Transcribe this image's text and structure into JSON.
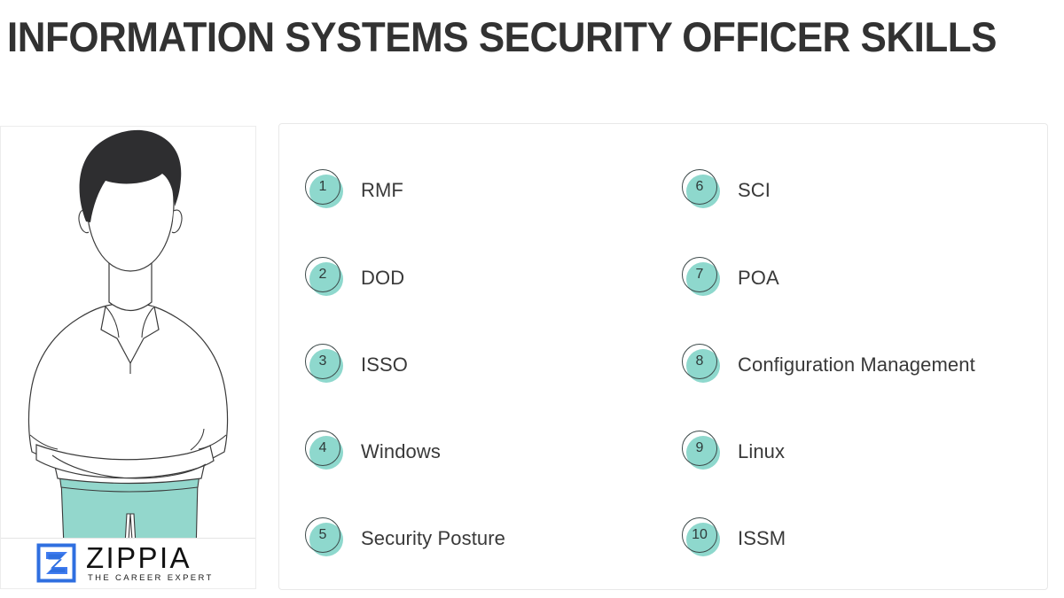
{
  "page": {
    "title": "INFORMATION SYSTEMS SECURITY OFFICER SKILLS",
    "background_color": "#ffffff"
  },
  "colors": {
    "title_text": "#323232",
    "badge_fill": "#8ed8cd",
    "badge_ring": "#3d4a4a",
    "badge_number_text": "#2f3a3a",
    "skill_text": "#393939",
    "card_border": "#e8e8e8",
    "logo_blue": "#2f6fe0",
    "illustration_line": "#3a3a3a",
    "illustration_hair": "#2e2e30",
    "illustration_pants": "#93d7cc"
  },
  "illustration": {
    "name": "person-line-art-illustration",
    "description": "Line-art man with dark hair, arms crossed, polo shirt and teal trousers"
  },
  "logo": {
    "mark_name": "zippia-z-mark",
    "wordmark": "ZIPPIA",
    "tagline": "THE CAREER EXPERT"
  },
  "skills_card": {
    "columns": [
      {
        "name": "left-column",
        "items": [
          {
            "number": "1",
            "label": "RMF"
          },
          {
            "number": "2",
            "label": "DOD"
          },
          {
            "number": "3",
            "label": "ISSO"
          },
          {
            "number": "4",
            "label": "Windows"
          },
          {
            "number": "5",
            "label": "Security Posture"
          }
        ]
      },
      {
        "name": "right-column",
        "items": [
          {
            "number": "6",
            "label": "SCI"
          },
          {
            "number": "7",
            "label": "POA"
          },
          {
            "number": "8",
            "label": "Configuration Management"
          },
          {
            "number": "9",
            "label": "Linux"
          },
          {
            "number": "10",
            "label": "ISSM"
          }
        ]
      }
    ]
  }
}
